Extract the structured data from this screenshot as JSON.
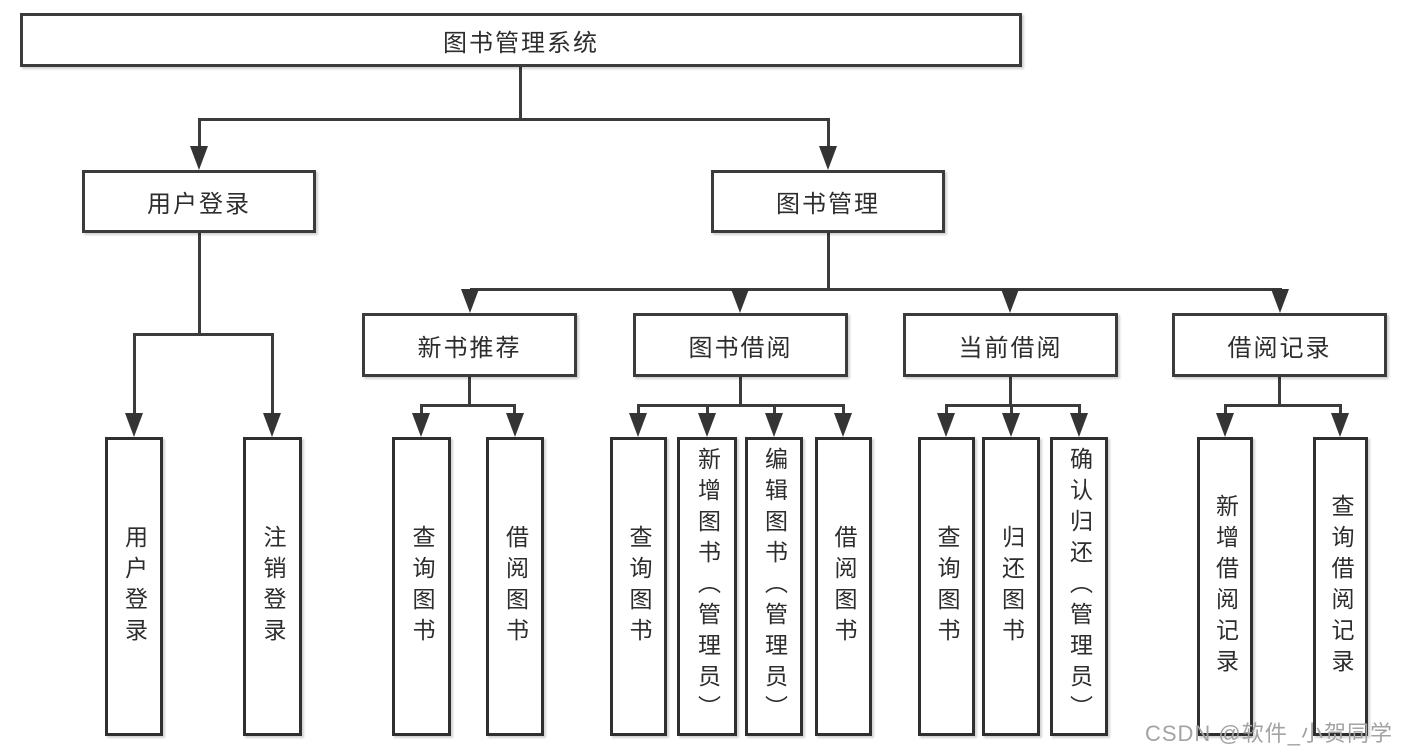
{
  "diagram": {
    "type": "hierarchy-tree",
    "nodes": {
      "root": "图书管理系统",
      "userLogin": "用户登录",
      "bookManagement": "图书管理",
      "newBookRecommend": "新书推荐",
      "bookBorrow": "图书借阅",
      "currentBorrow": "当前借阅",
      "borrowRecord": "借阅记录"
    },
    "leaves": {
      "userLogin": [
        "用户登录",
        "注销登录"
      ],
      "newBookRecommend": [
        "查询图书",
        "借阅图书"
      ],
      "bookBorrow": [
        "查询图书",
        "新增图书（管理员）",
        "编辑图书（管理员）",
        "借阅图书"
      ],
      "currentBorrow": [
        "查询图书",
        "归还图书",
        "确认归还（管理员）"
      ],
      "borrowRecord": [
        "新增借阅记录",
        "查询借阅记录"
      ]
    },
    "hierarchy": {
      "图书管理系统": {
        "用户登录": [
          "用户登录",
          "注销登录"
        ],
        "图书管理": {
          "新书推荐": [
            "查询图书",
            "借阅图书"
          ],
          "图书借阅": [
            "查询图书",
            "新增图书（管理员）",
            "编辑图书（管理员）",
            "借阅图书"
          ],
          "当前借阅": [
            "查询图书",
            "归还图书",
            "确认归还（管理员）"
          ],
          "借阅记录": [
            "新增借阅记录",
            "查询借阅记录"
          ]
        }
      }
    },
    "colors": {
      "line": "#3b3b3b",
      "text": "#2d2d2d",
      "background": "#ffffff",
      "watermark": "#a3a3a3"
    }
  },
  "watermark": "CSDN @软件_小贺同学"
}
